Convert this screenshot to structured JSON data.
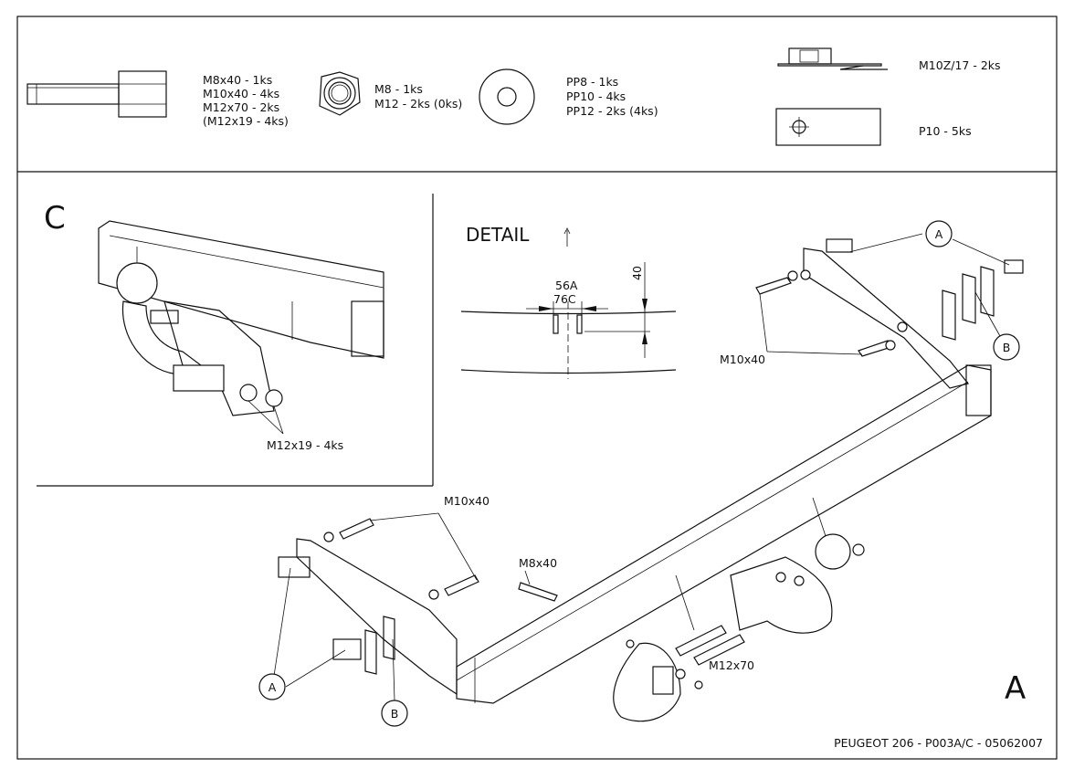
{
  "parts": {
    "bolts": [
      "M8x40 - 1ks",
      "M10x40 - 4ks",
      "M12x70 - 2ks",
      "(M12x19 - 4ks)"
    ],
    "nuts": [
      "M8 - 1ks",
      "M12 - 2ks (0ks)"
    ],
    "washers": [
      "PP8 - 1ks",
      "PP10 - 4ks",
      "PP12 - 2ks (4ks)"
    ],
    "cage_nut": "M10Z/17 - 2ks",
    "plate": "P10 - 5ks"
  },
  "view_c": {
    "letter": "C",
    "bolt_label": "M12x19 - 4ks"
  },
  "detail": {
    "title": "DETAIL",
    "dim_a": "56A",
    "dim_c": "76C",
    "dim_height": "40"
  },
  "main_view": {
    "letter": "A",
    "callout_a": "A",
    "callout_b": "B",
    "labels": {
      "m10x40": "M10x40",
      "m8x40": "M8x40",
      "m12x70": "M12x70"
    }
  },
  "footer": "PEUGEOT 206 - P003A/C - 05062007"
}
